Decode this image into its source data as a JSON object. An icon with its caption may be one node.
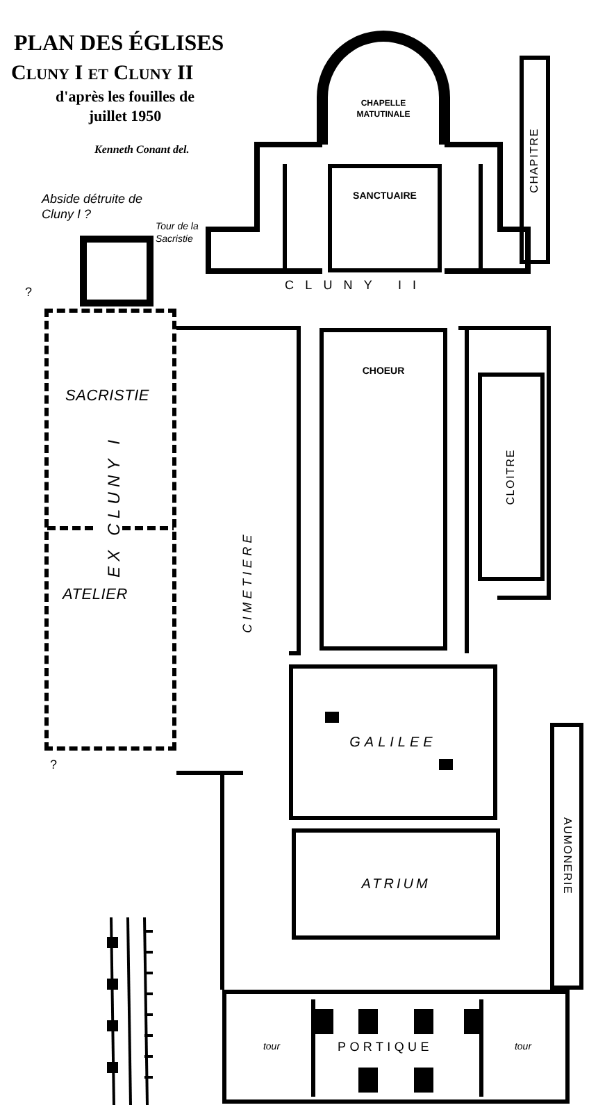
{
  "diagram": {
    "title": "PLAN DES ÉGLISES",
    "nodes": [
      {
        "text": [
          "CHAPELLE MATUTINALE"
        ]
      },
      {
        "text": [
          "SANCTUAIRE"
        ]
      },
      {
        "text": [
          "CHAPITRE"
        ]
      },
      {
        "text": [
          "EX CLUNY I"
        ]
      },
      {
        "text": [
          "SACRISTIE"
        ],
        "in": 3
      },
      {
        "text": [
          "ATELIER"
        ],
        "in": 3
      },
      {
        "text": [
          "CHOEUR"
        ]
      },
      {
        "text": [
          "CLOITRE"
        ]
      },
      {
        "text": [
          "GALILEE"
        ]
      },
      {
        "text": [
          "ATRIUM"
        ]
      },
      {
        "text": [
          "AUMONERIE"
        ]
      },
      {
        "text": [
          "PORTIQUE"
        ]
      },
      {
        "text": [
          "tour"
        ],
        "in": 11
      },
      {
        "text": [
          "tour"
        ],
        "in": 11
      }
    ],
    "labels": [
      "Cluny I et Cluny II",
      "d'après les fouilles de juillet 1950",
      "Kenneth Conant del.",
      "Abside détruite de Cluny I ?",
      "Tour de la Sacristie",
      "CLUNY II",
      "CIMETIERE",
      "?",
      "?"
    ]
  }
}
